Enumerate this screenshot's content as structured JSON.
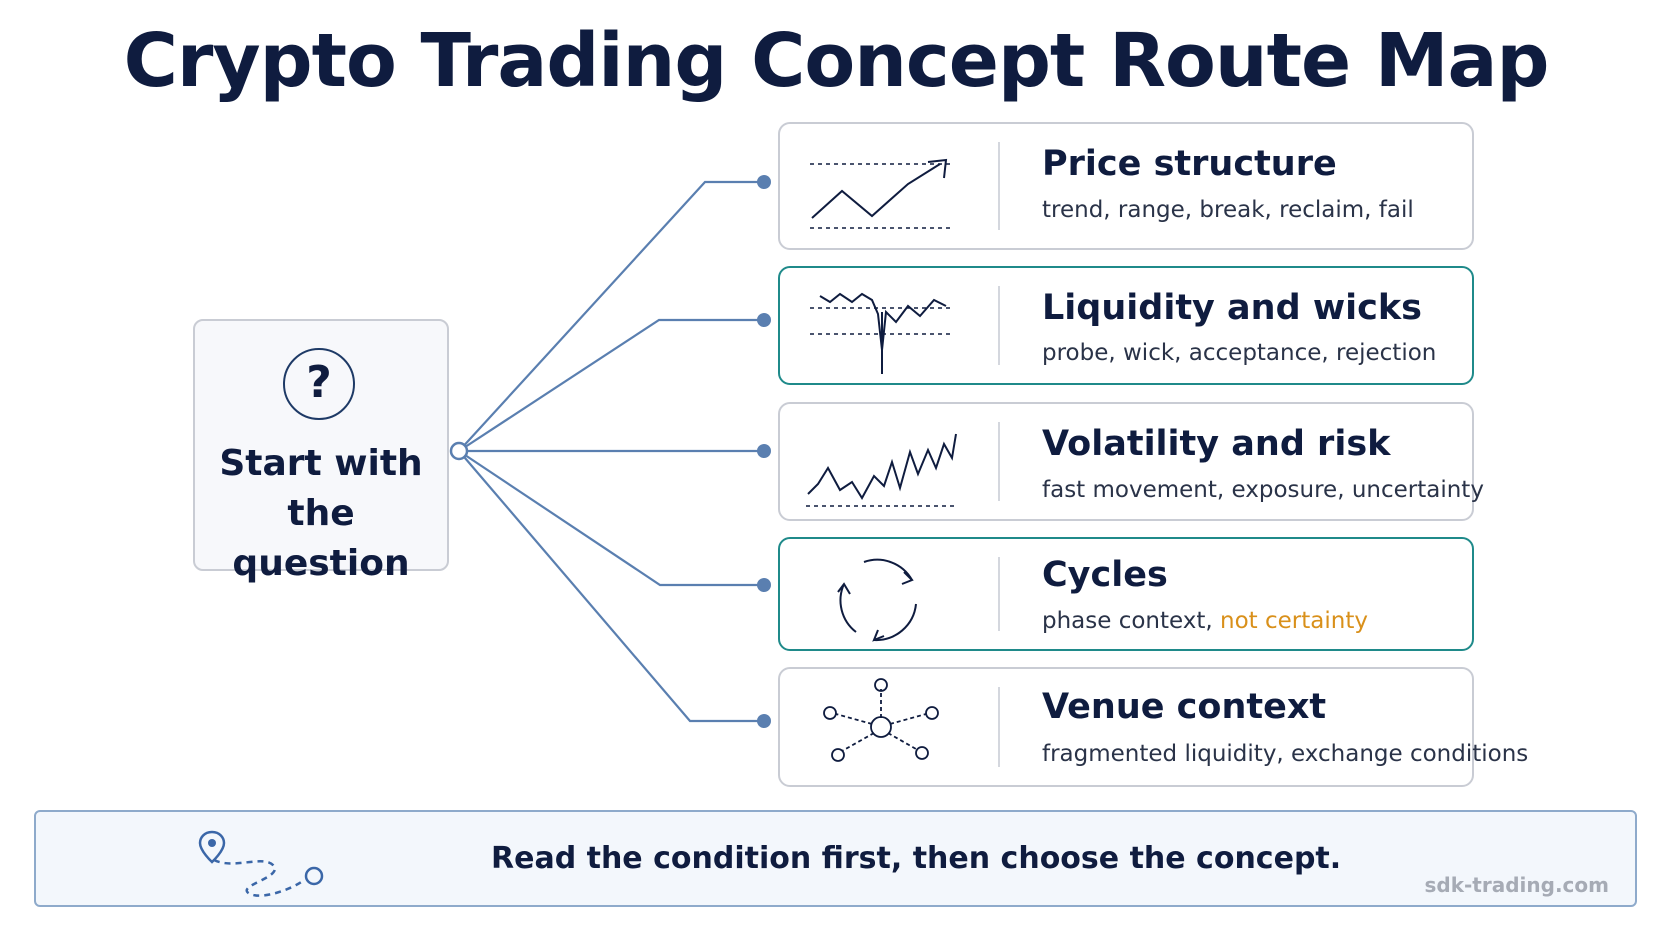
{
  "title": "Crypto Trading Concept Route Map",
  "start": {
    "label_line1": "Start with",
    "label_line2": "the question",
    "icon": "question-mark-icon",
    "glyph": "?"
  },
  "concepts": [
    {
      "title": "Price structure",
      "subtitle": "trend, range, break, reclaim, fail",
      "icon": "price-structure-chart-icon",
      "highlighted": false
    },
    {
      "title": "Liquidity and wicks",
      "subtitle": "probe, wick, acceptance, rejection",
      "icon": "liquidity-wick-chart-icon",
      "highlighted": true
    },
    {
      "title": "Volatility and risk",
      "subtitle": "fast movement, exposure, uncertainty",
      "icon": "volatility-chart-icon",
      "highlighted": false
    },
    {
      "title": "Cycles",
      "subtitle_main": "phase context, ",
      "subtitle_accent": "not certainty",
      "icon": "cycle-arrows-icon",
      "highlighted": true
    },
    {
      "title": "Venue context",
      "subtitle": "fragmented liquidity, exchange conditions",
      "icon": "network-nodes-icon",
      "highlighted": false
    }
  ],
  "footer": {
    "text": "Read the condition first, then choose the concept.",
    "icon": "route-path-icon",
    "watermark": "sdk-trading.com"
  },
  "colors": {
    "navy": "#0f1c3f",
    "teal_border": "#1f8a8a",
    "accent_orange": "#d9901a",
    "connector_blue": "#5a7fb0"
  }
}
